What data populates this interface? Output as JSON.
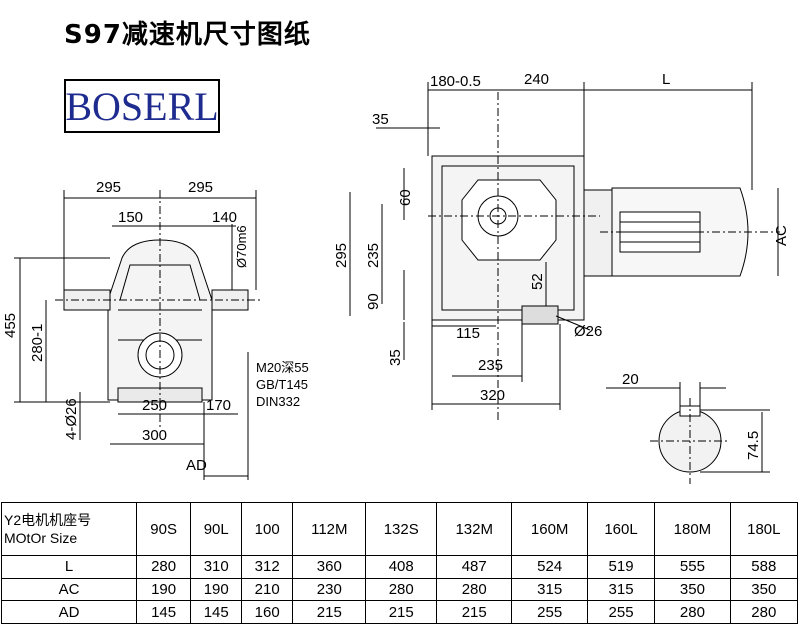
{
  "title": "S97减速机尺寸图纸",
  "logo": "BOSERL",
  "drawing": {
    "front": {
      "dims_top": [
        "295",
        "295"
      ],
      "dims_inner": [
        "150",
        "140"
      ],
      "shaft": "Ø70m6",
      "left_vertical": [
        "455",
        "280-1"
      ],
      "bolt_holes": "4-Ø26",
      "note": [
        "M20深55",
        "GB/T145",
        "DIN332"
      ],
      "dims_bottom": [
        "250",
        "170",
        "300"
      ],
      "ad": "AD"
    },
    "side": {
      "dims_top": [
        "180-0.5",
        "240",
        "L"
      ],
      "dim_35_top": "35",
      "left_vertical": [
        "295",
        "235",
        "60",
        "90",
        "52",
        "35"
      ],
      "dims_bottom": [
        "115",
        "235",
        "320"
      ],
      "hole": "Ø26",
      "ac": "AC"
    },
    "shaft_section": {
      "key_width": "20",
      "height": "74.5"
    }
  },
  "table": {
    "header_label_1": "Y2电机机座号",
    "header_label_2": "MOtOr Size",
    "sizes": [
      "90S",
      "90L",
      "100",
      "112M",
      "132S",
      "132M",
      "160M",
      "160L",
      "180M",
      "180L"
    ],
    "rows": [
      {
        "label": "L",
        "values": [
          "280",
          "310",
          "312",
          "360",
          "408",
          "487",
          "524",
          "519",
          "555",
          "588"
        ]
      },
      {
        "label": "AC",
        "values": [
          "190",
          "190",
          "210",
          "230",
          "280",
          "280",
          "315",
          "315",
          "350",
          "350"
        ]
      },
      {
        "label": "AD",
        "values": [
          "145",
          "145",
          "160",
          "215",
          "215",
          "215",
          "255",
          "255",
          "280",
          "280"
        ]
      }
    ]
  }
}
